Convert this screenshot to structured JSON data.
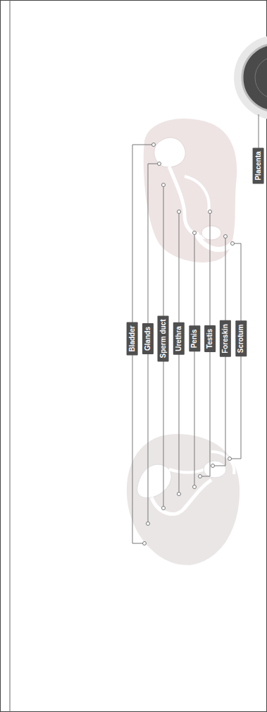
{
  "diagram": {
    "nodes": [
      {
        "text": [
          "Bladder"
        ]
      },
      {
        "text": [
          "Glands"
        ]
      },
      {
        "text": [
          "Sperm duct"
        ]
      },
      {
        "text": [
          "Urethra"
        ]
      },
      {
        "text": [
          "Penis"
        ]
      },
      {
        "text": [
          "Testis"
        ]
      },
      {
        "text": [
          "Foreskin"
        ]
      },
      {
        "text": [
          "Scrotum"
        ]
      },
      {
        "text": [
          "Placenta"
        ]
      }
    ],
    "edges": []
  }
}
